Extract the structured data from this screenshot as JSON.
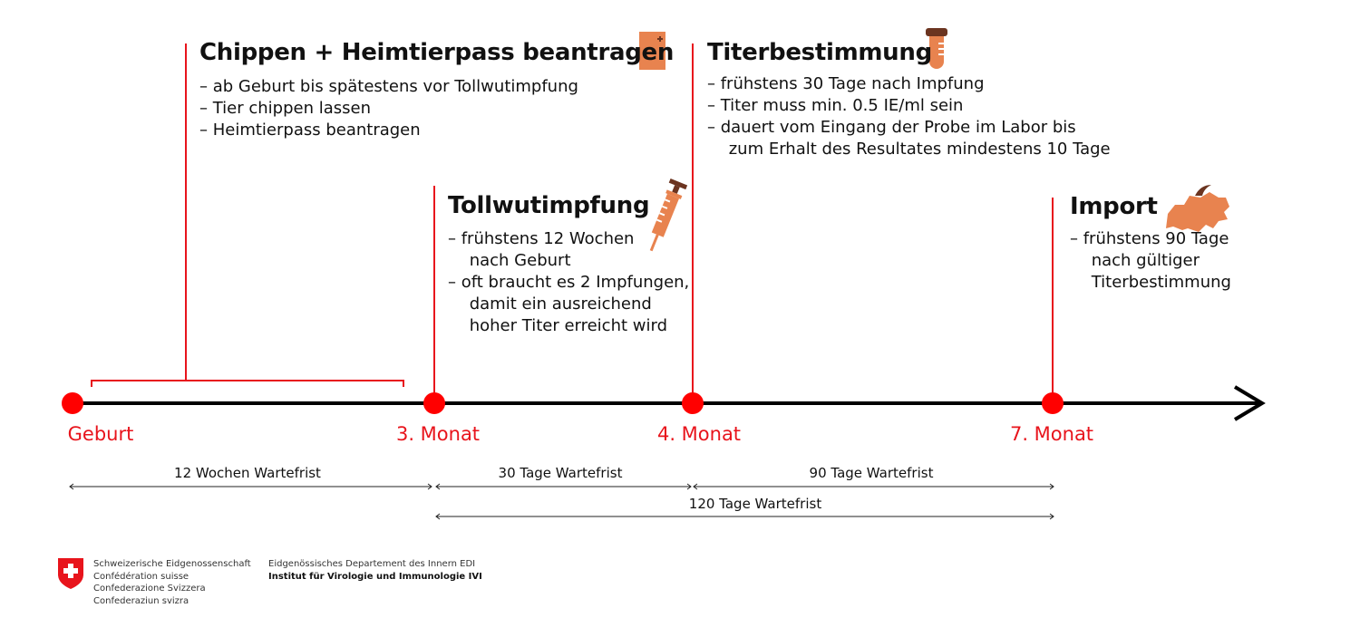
{
  "colors": {
    "red": "#e8141c",
    "icon": "#e8834f",
    "icon_dark": "#6b3420"
  },
  "sections": [
    {
      "title": "Chippen + Heimtierpass beantragen",
      "icon": "passport-icon",
      "items": [
        "– ab Geburt bis spätestens vor Tollwutimpfung",
        "– Tier chippen lassen",
        "– Heimtierpass beantragen"
      ]
    },
    {
      "title": "Tollwutimpfung",
      "icon": "syringe-icon",
      "items": [
        "– frühstens 12 Wochen\n nach Geburt",
        "– oft braucht es 2 Impfungen,\n damit ein ausreichend\n hoher Titer erreicht wird"
      ]
    },
    {
      "title": "Titerbestimmung",
      "icon": "test-tube-icon",
      "items": [
        "– frühstens 30 Tage nach Impfung",
        "– Titer muss min. 0.5 IE/ml sein",
        "– dauert vom Eingang der Probe im Labor bis\n zum Erhalt des Resultates mindestens 10 Tage"
      ]
    },
    {
      "title": "Import",
      "icon": "switzerland-map-icon",
      "items": [
        "– frühstens 90 Tage\n nach gültiger\n Titerbestimmung"
      ]
    }
  ],
  "milestones": [
    "Geburt",
    "3. Monat",
    "4. Monat",
    "7. Monat"
  ],
  "waiting_periods": [
    "12 Wochen Wartefrist",
    "30 Tage Wartefrist",
    "90 Tage Wartefrist",
    "120 Tage Wartefrist"
  ],
  "footer": {
    "federation": [
      "Schweizerische Eidgenossenschaft",
      "Confédération suisse",
      "Confederazione Svizzera",
      "Confederaziun svizra"
    ],
    "department": "Eidgenössisches Departement des Innern EDI",
    "institute": "Institut für Virologie und Immunologie IVI"
  }
}
